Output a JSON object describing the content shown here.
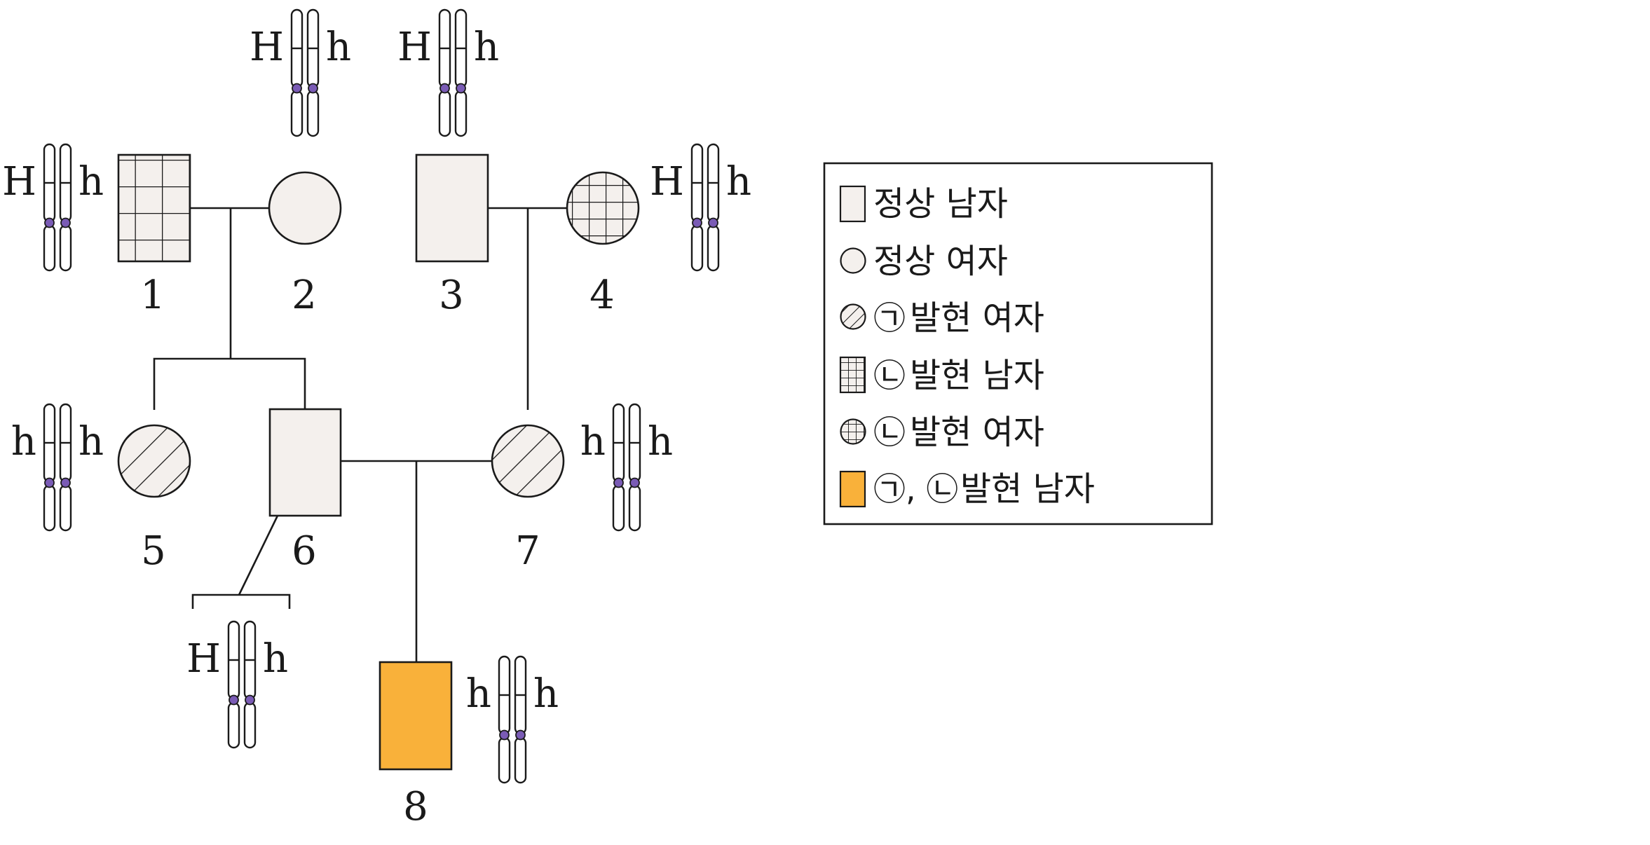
{
  "individuals": [
    {
      "id": "1",
      "label": "1",
      "sex": "male",
      "status": "trait-2",
      "alleles": [
        "H",
        "h"
      ]
    },
    {
      "id": "2",
      "label": "2",
      "sex": "female",
      "status": "normal",
      "alleles": [
        "H",
        "h"
      ]
    },
    {
      "id": "3",
      "label": "3",
      "sex": "male",
      "status": "normal",
      "alleles": [
        "H",
        "h"
      ]
    },
    {
      "id": "4",
      "label": "4",
      "sex": "female",
      "status": "trait-2",
      "alleles": [
        "H",
        "h"
      ]
    },
    {
      "id": "5",
      "label": "5",
      "sex": "female",
      "status": "trait-1",
      "alleles": [
        "h",
        "h"
      ]
    },
    {
      "id": "6",
      "label": "6",
      "sex": "male",
      "status": "normal",
      "alleles": [
        "H",
        "h"
      ]
    },
    {
      "id": "7",
      "label": "7",
      "sex": "female",
      "status": "trait-1",
      "alleles": [
        "h",
        "h"
      ]
    },
    {
      "id": "8",
      "label": "8",
      "sex": "male",
      "status": "both",
      "alleles": [
        "h",
        "h"
      ]
    }
  ],
  "legend": {
    "items": [
      {
        "symbol": "square-normal",
        "marker": "",
        "text": "정상 남자"
      },
      {
        "symbol": "circle-normal",
        "marker": "",
        "text": "정상 여자"
      },
      {
        "symbol": "circle-hatch",
        "marker": "㉠",
        "text": "발현 여자"
      },
      {
        "symbol": "square-grid",
        "marker": "㉡",
        "text": "발현 남자"
      },
      {
        "symbol": "circle-grid",
        "marker": "㉡",
        "text": "발현 여자"
      },
      {
        "symbol": "square-orange",
        "marker": "㉠, ㉡",
        "text": "발현 남자"
      }
    ]
  },
  "colors": {
    "normal_fill": "#f4f0ed",
    "both_fill": "#f9b13a",
    "centromere": "#7a5bb5",
    "line": "#1a1a1a"
  }
}
